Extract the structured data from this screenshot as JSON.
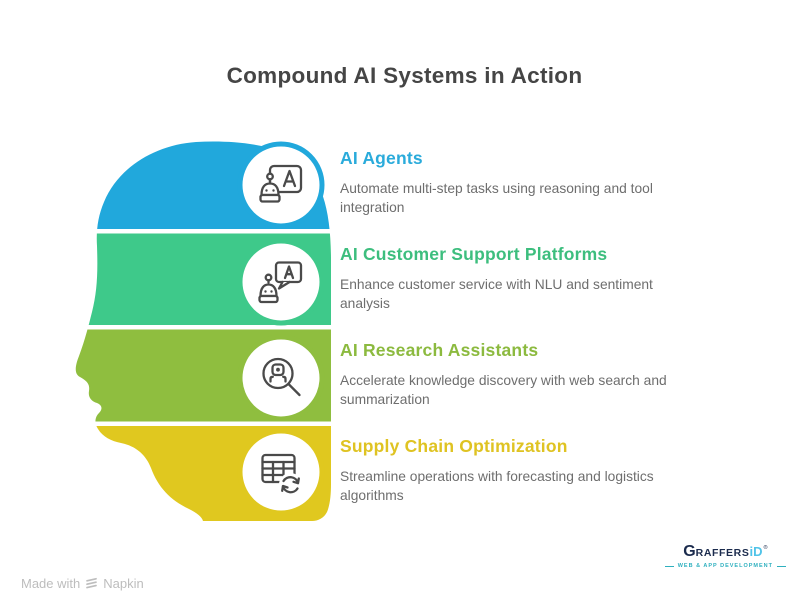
{
  "title": "Compound AI Systems in Action",
  "sections": [
    {
      "title": "AI Agents",
      "description": "Automate multi-step tasks using reasoning and tool integration",
      "title_color": "#2AABDB",
      "band_color": "#21A8DC",
      "icon": "robot-presentation-board"
    },
    {
      "title": "AI Customer Support Platforms",
      "description": "Enhance customer service with NLU and sentiment analysis",
      "title_color": "#3DBE7E",
      "band_color": "#3EC98A",
      "icon": "robot-chat-bubble"
    },
    {
      "title": "AI Research Assistants",
      "description": "Accelerate knowledge discovery with web search and summarization",
      "title_color": "#8CBA3F",
      "band_color": "#8FBE3F",
      "icon": "robot-magnifier"
    },
    {
      "title": "Supply Chain Optimization",
      "description": "Streamline operations with forecasting and logistics algorithms",
      "title_color": "#DFC322",
      "band_color": "#E0C81F",
      "icon": "table-sync"
    }
  ],
  "footer": {
    "made_with": "Made with",
    "napkin": "Napkin"
  },
  "logo": {
    "part_g": "G",
    "part_raffers": "RAFFERS",
    "part_id": "iD",
    "reg_mark": "®",
    "tagline": "WEB & APP DEVELOPMENT"
  },
  "colors": {
    "page_bg": "#FFFFFF",
    "title_text": "#454545",
    "body_text": "#6E6E6E",
    "icon_stroke": "#4A4A4A",
    "made_with_text": "#BDBDBD",
    "logo_navy": "#1B2B4D",
    "logo_blue": "#4FC3E8",
    "logo_tagline": "#2FB0BF"
  }
}
